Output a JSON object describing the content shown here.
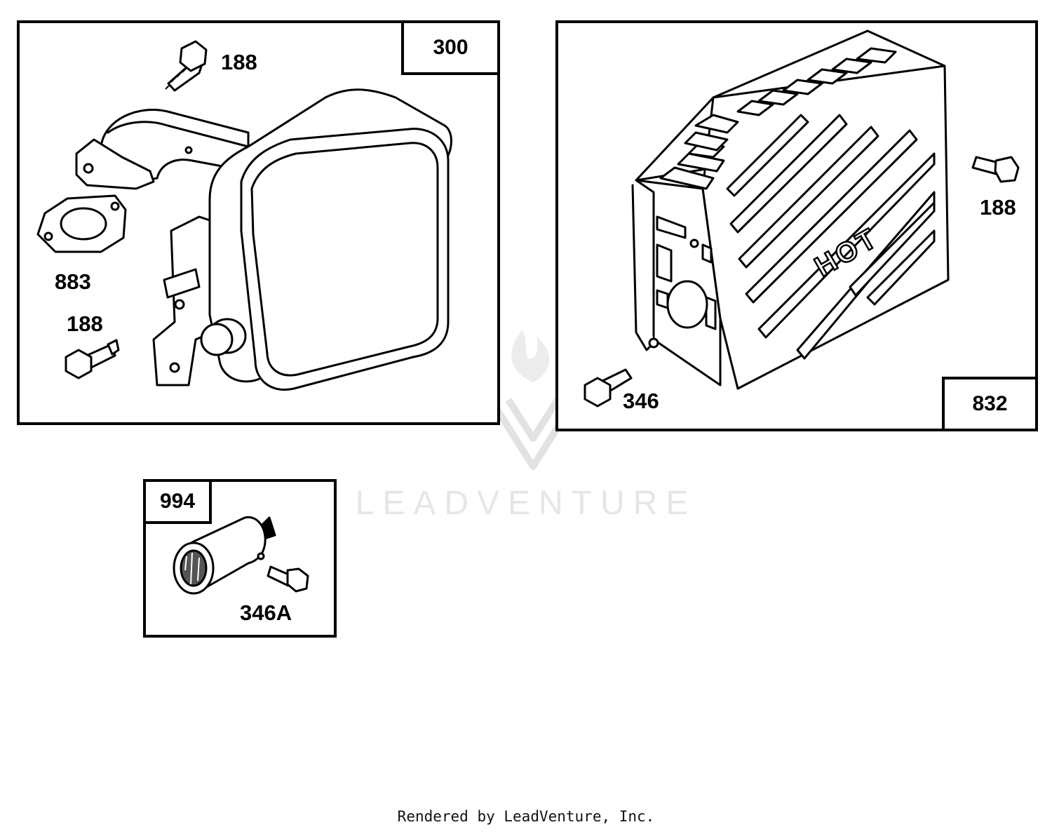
{
  "panels": {
    "muffler": {
      "tag": "300",
      "labels": {
        "bolt_top": "188",
        "gasket": "883",
        "bolt_left": "188"
      }
    },
    "guard": {
      "tag": "832",
      "labels": {
        "bolt_right": "188",
        "bolt_left": "346"
      },
      "embossed_text": "HOT"
    },
    "deflector": {
      "tag": "994",
      "labels": {
        "bolt": "346A"
      }
    }
  },
  "watermark": {
    "brand": "LEADVENTURE",
    "color": "#d9d9d9"
  },
  "footer": {
    "text": "Rendered by LeadVenture, Inc."
  }
}
